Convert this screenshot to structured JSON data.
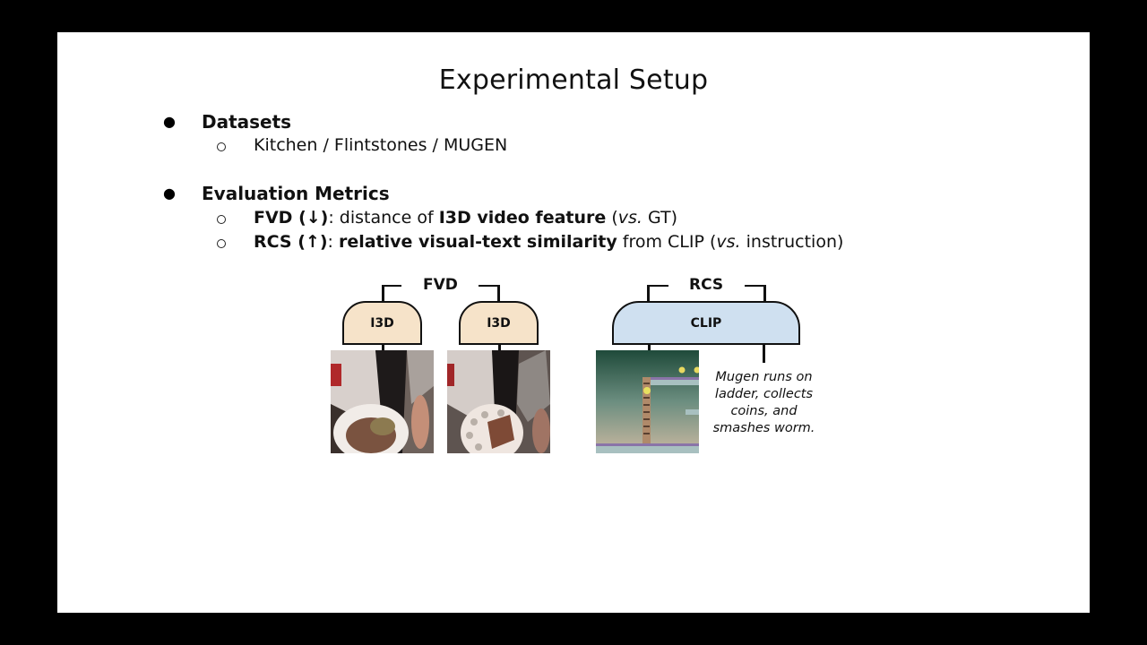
{
  "slide": {
    "title": "Experimental Setup",
    "sections": [
      {
        "heading": "Datasets",
        "items": [
          {
            "text": "Kitchen / Flintstones / MUGEN"
          }
        ]
      },
      {
        "heading": "Evaluation Metrics",
        "items": [
          {
            "metric": "FVD (↓)",
            "sep": ": distance of ",
            "emph": "I3D video feature",
            "tail_open": " (",
            "tail_italic": "vs.",
            "tail_close": " GT)"
          },
          {
            "metric": "RCS (↑)",
            "sep": ": ",
            "emph": "relative visual-text similarity",
            "tail_open": " from CLIP (",
            "tail_italic": "vs.",
            "tail_close": " instruction)"
          }
        ]
      }
    ]
  },
  "diagram_fvd": {
    "label": "FVD",
    "module_left": "I3D",
    "module_right": "I3D",
    "frame_left": "kitchen-generated-frame",
    "frame_right": "kitchen-ground-truth-frame"
  },
  "diagram_rcs": {
    "label": "RCS",
    "module": "CLIP",
    "frame": "mugen-game-frame",
    "caption_lines": [
      "Mugen runs on",
      "ladder, collects",
      "coins, and",
      "smashes worm."
    ]
  },
  "colors": {
    "i3d_fill": "#f6e3c9",
    "clip_fill": "#cfe0f0",
    "background": "#000000",
    "slide": "#ffffff"
  }
}
